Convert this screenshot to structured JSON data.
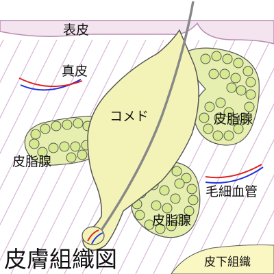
{
  "labels": {
    "epidermis": "表皮",
    "dermis": "真皮",
    "comedo": "コメド",
    "sebaceous_gland_right": "皮脂腺",
    "sebaceous_gland_left": "皮脂腺",
    "sebaceous_gland_bottom": "皮脂腺",
    "capillary": "毛細血管",
    "subcutaneous": "皮下組織",
    "title": "皮膚組織図"
  },
  "colors": {
    "background": "#ffffff",
    "epidermis_fill": "#f3e4f0",
    "epidermis_stroke": "#b88db0",
    "dermis_hatch": "#d9b6d6",
    "subcutaneous_fill": "#fbf7c3",
    "comedo_fill": "#f3f3b7",
    "gland_fill": "#e6efb0",
    "cell_fill": "#d7ea92",
    "outline": "#555555",
    "hair": "#888888",
    "artery": "#e02020",
    "vein": "#2233dd"
  },
  "icons": [
    "hair-shaft-icon",
    "sebaceous-cell-icon",
    "capillary-icon"
  ]
}
